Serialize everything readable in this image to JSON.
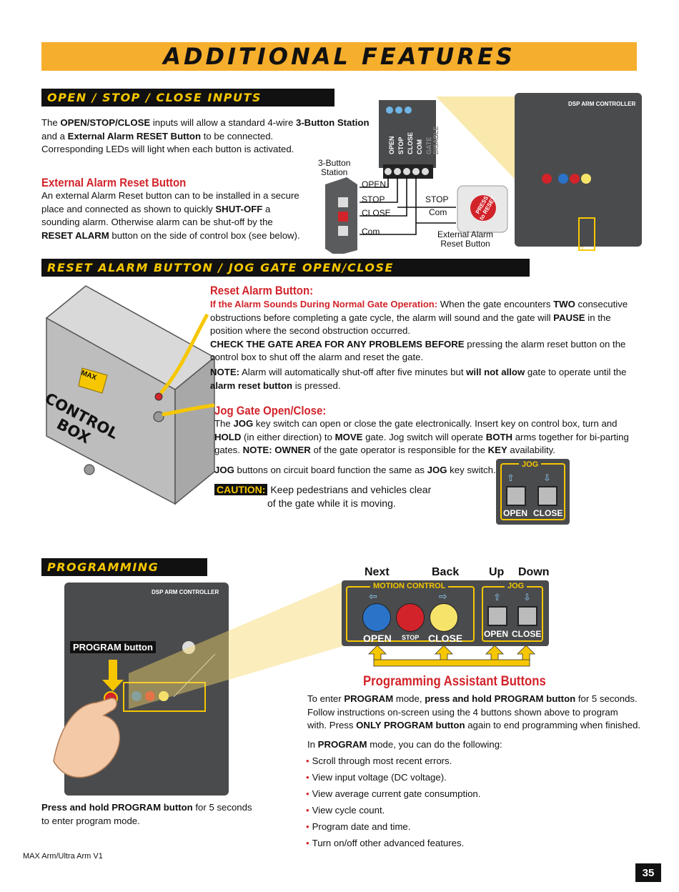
{
  "banner": {
    "title": "Additional Features"
  },
  "section1": {
    "title": "Open / Stop / Close Inputs",
    "intro_line1_pre": "The ",
    "intro_b1": "OPEN/STOP/CLOSE",
    "intro_line1_mid": " inputs will allow a standard 4-wire ",
    "intro_b2": "3-Button Station",
    "intro_line2_pre": "and a ",
    "intro_b3": "External Alarm RESET Button",
    "intro_line2_post": " to be connected.",
    "intro_line3": "Corresponding LEDs will light when each button is activated.",
    "reset_heading": "External Alarm Reset Button",
    "reset_line1": "An external Alarm Reset button can to be installed in a secure",
    "reset_line2_pre": "place and connected as shown to quickly ",
    "reset_b1": "SHUT-OFF",
    "reset_line2_post": " a",
    "reset_line3": "sounding alarm. Otherwise alarm can be shut-off by the",
    "reset_b2": "RESET ALARM",
    "reset_line4_post": " button on the side of control box (see below).",
    "station_label_1": "3-Button",
    "station_label_2": "Station",
    "terminals": [
      "OPEN",
      "STOP",
      "CLOSE",
      "COM",
      "GATE DISABLE"
    ],
    "wire_labels": [
      "OPEN",
      "STOP",
      "CLOSE",
      "Com"
    ],
    "ext_wire_labels": [
      "STOP",
      "Com"
    ],
    "press_reset_1": "PRESS",
    "press_reset_2": "to RESET",
    "ext_caption_1": "External Alarm",
    "ext_caption_2": "Reset Button",
    "board_title": "DSP ARM CONTROLLER"
  },
  "section2": {
    "title": "Reset Alarm Button / Jog Gate Open/Close",
    "box_text_1": "CONTROL",
    "box_text_2": "BOX",
    "logo": "MAX",
    "reset_heading": "Reset Alarm Button:",
    "sub_heading": "If the Alarm Sounds During Normal Gate Operation:",
    "p1_rest": " When the gate encounters ",
    "p1_b1": "TWO",
    "p1_rest2": " consecutive",
    "p1_line2_pre": "obstructions before completing a gate cycle, the alarm will sound and the gate will ",
    "p1_b2": "PAUSE",
    "p1_line2_post": " in the",
    "p1_line3": "position where the second obstruction occurred.",
    "p1_b3": "CHECK THE GATE AREA FOR ANY PROBLEMS BEFORE",
    "p1_line4_post": " pressing the alarm reset button on the",
    "p1_line5": "control box to shut off the alarm and reset the gate.",
    "note_b": "NOTE:",
    "note_mid": " Alarm will automatically shut-off after five minutes but ",
    "note_b2": "will not allow",
    "note_post": " gate to operate until the",
    "note_b3": "alarm reset button",
    "note_end": " is pressed.",
    "jog_heading": "Jog Gate Open/Close:",
    "jog_l1_pre": "The ",
    "jog_b1": "JOG",
    "jog_l1_post": " key switch can open or close the gate electronically. Insert key on control box, turn and",
    "jog_b2": "HOLD",
    "jog_l2_mid": " (in either direction) to ",
    "jog_b3": "MOVE",
    "jog_l2_mid2": " gate. Jog switch will operate ",
    "jog_b4": "BOTH",
    "jog_l2_post": " arms together for bi-parting",
    "jog_l3_pre": "gates. ",
    "jog_b5": "NOTE: OWNER",
    "jog_l3_mid": " of the gate operator is responsible for the ",
    "jog_b6": "KEY",
    "jog_l3_post": " availability.",
    "jog2_b1": "JOG",
    "jog2_mid": " buttons on circuit board function the same as ",
    "jog2_b2": "JOG",
    "jog2_post": " key switch.",
    "caution_label": "CAUTION:",
    "caution_l1": " Keep pedestrians and vehicles clear",
    "caution_l2": "of the gate while it is moving.",
    "jog_panel_title": "JOG",
    "jog_open": "OPEN",
    "jog_close": "CLOSE"
  },
  "section3": {
    "title": "Programming",
    "board_title": "DSP ARM CONTROLLER",
    "program_button_label": "PROGRAM button",
    "caption_b": "Press and hold PROGRAM button",
    "caption_post": " for 5 seconds",
    "caption_l2": "to enter program mode.",
    "nav_labels": [
      "Next",
      "Back",
      "Up",
      "Down"
    ],
    "motion_title": "MOTION CONTROL",
    "jog_title": "JOG",
    "open": "OPEN",
    "stop": "STOP",
    "close": "CLOSE",
    "jog_open": "OPEN",
    "jog_close": "CLOSE",
    "assistant_heading": "Programming Assistant Buttons",
    "p_l1_pre": "To enter ",
    "p_b1": "PROGRAM",
    "p_l1_mid": " mode, ",
    "p_b2": "press and hold PROGRAM button",
    "p_l1_post": " for 5 seconds.",
    "p_l2": "Follow instructions on-screen using the 4 buttons shown above to program",
    "p_l3_pre": "with. Press ",
    "p_b3": "ONLY PROGRAM button",
    "p_l3_post": " again to end programming when finished.",
    "in_pre": "In ",
    "in_b": "PROGRAM",
    "in_post": " mode, you can do the following:",
    "bullets": [
      "Scroll through most recent errors.",
      "View input voltage (DC voltage).",
      "View average current gate consumption.",
      "View cycle count.",
      "Program date and time.",
      "Turn on/off other advanced features."
    ]
  },
  "footer": {
    "left": "MAX Arm/Ultra Arm V1",
    "page": "35"
  },
  "colors": {
    "banner": "#f6ae2d",
    "accent_red": "#d2232a",
    "caution_yellow": "#f6c700",
    "board_gray": "#4a4b4d"
  }
}
